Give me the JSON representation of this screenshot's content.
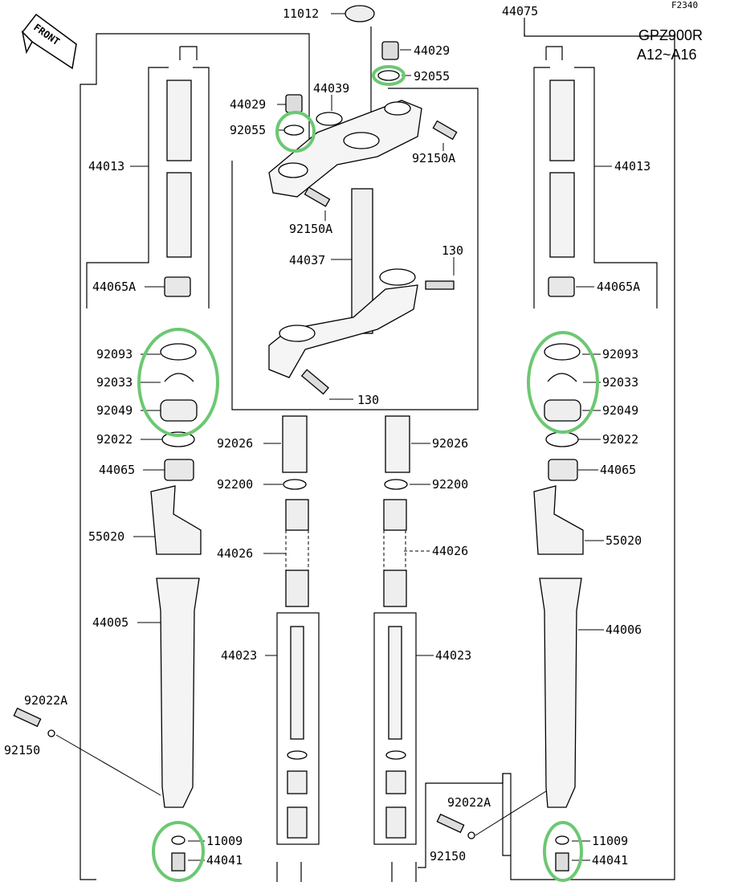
{
  "figure_code": "F2340",
  "model": {
    "line1": "GPZ900R",
    "line2": "A12~A16"
  },
  "front_tag": "FRONT",
  "highlight_color": "#6cc872",
  "parts": {
    "p11012": "11012",
    "p44075": "44075",
    "p44029_top": "44029",
    "p92055_top": "92055",
    "p44029": "44029",
    "p44039": "44039",
    "p92055": "92055",
    "p92150A_top": "92150A",
    "p92150A": "92150A",
    "p44013_left": "44013",
    "p44013_right": "44013",
    "p44037": "44037",
    "p130_top": "130",
    "p130_bottom": "130",
    "p44065A_left": "44065A",
    "p44065A_right": "44065A",
    "p92093_left": "92093",
    "p92093_right": "92093",
    "p92033_left": "92033",
    "p92033_right": "92033",
    "p92049_left": "92049",
    "p92049_right": "92049",
    "p92022_left": "92022",
    "p92022_right": "92022",
    "p44065_left": "44065",
    "p44065_right": "44065",
    "p92026_left": "92026",
    "p92026_right": "92026",
    "p92200_left": "92200",
    "p92200_right": "92200",
    "p55020_left": "55020",
    "p55020_right": "55020",
    "p44026_left": "44026",
    "p44026_right": "44026",
    "p44005": "44005",
    "p44006": "44006",
    "p44023_left": "44023",
    "p44023_right": "44023",
    "p92022A_left": "92022A",
    "p92022A_right": "92022A",
    "p92150_left": "92150",
    "p92150_right": "92150",
    "p11009_left": "11009",
    "p11009_right": "11009",
    "p44041_left": "44041",
    "p44041_right": "44041"
  }
}
